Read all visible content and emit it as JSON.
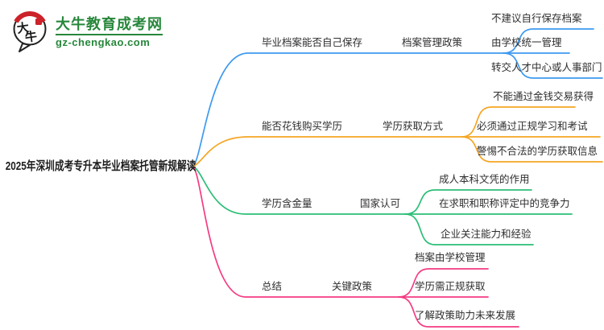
{
  "logo": {
    "icon_text": "大牛",
    "site_name": "大牛教育成考网",
    "site_domain": "gz-chengkao.com",
    "brand_green": "#27873b",
    "brand_red": "#cc2229"
  },
  "mindmap": {
    "root_label": "2025年深圳成考专升本毕业档案托管新规解读",
    "text_color": "#2e2e2e",
    "branches": [
      {
        "color": "#3e9af0",
        "topic": "毕业档案能否自己保存",
        "subtopic": "档案管理政策",
        "leaves": [
          "不建议自行保存档案",
          "由学校统一管理",
          "转交人才中心或人事部门"
        ]
      },
      {
        "color": "#f5a623",
        "topic": "能否花钱购买学历",
        "subtopic": "学历获取方式",
        "leaves": [
          "不能通过金钱交易获得",
          "必须通过正规学习和考试",
          "警惕不合法的学历获取信息"
        ]
      },
      {
        "color": "#2cbe77",
        "topic": "学历含金量",
        "subtopic": "国家认可",
        "leaves": [
          "成人本科文凭的作用",
          "在求职和职称评定中的竞争力",
          "企业关注能力和经验"
        ]
      },
      {
        "color": "#f43b82",
        "topic": "总结",
        "subtopic": "关键政策",
        "leaves": [
          "档案由学校管理",
          "学历需正规获取",
          "了解政策助力未来发展"
        ]
      }
    ]
  }
}
